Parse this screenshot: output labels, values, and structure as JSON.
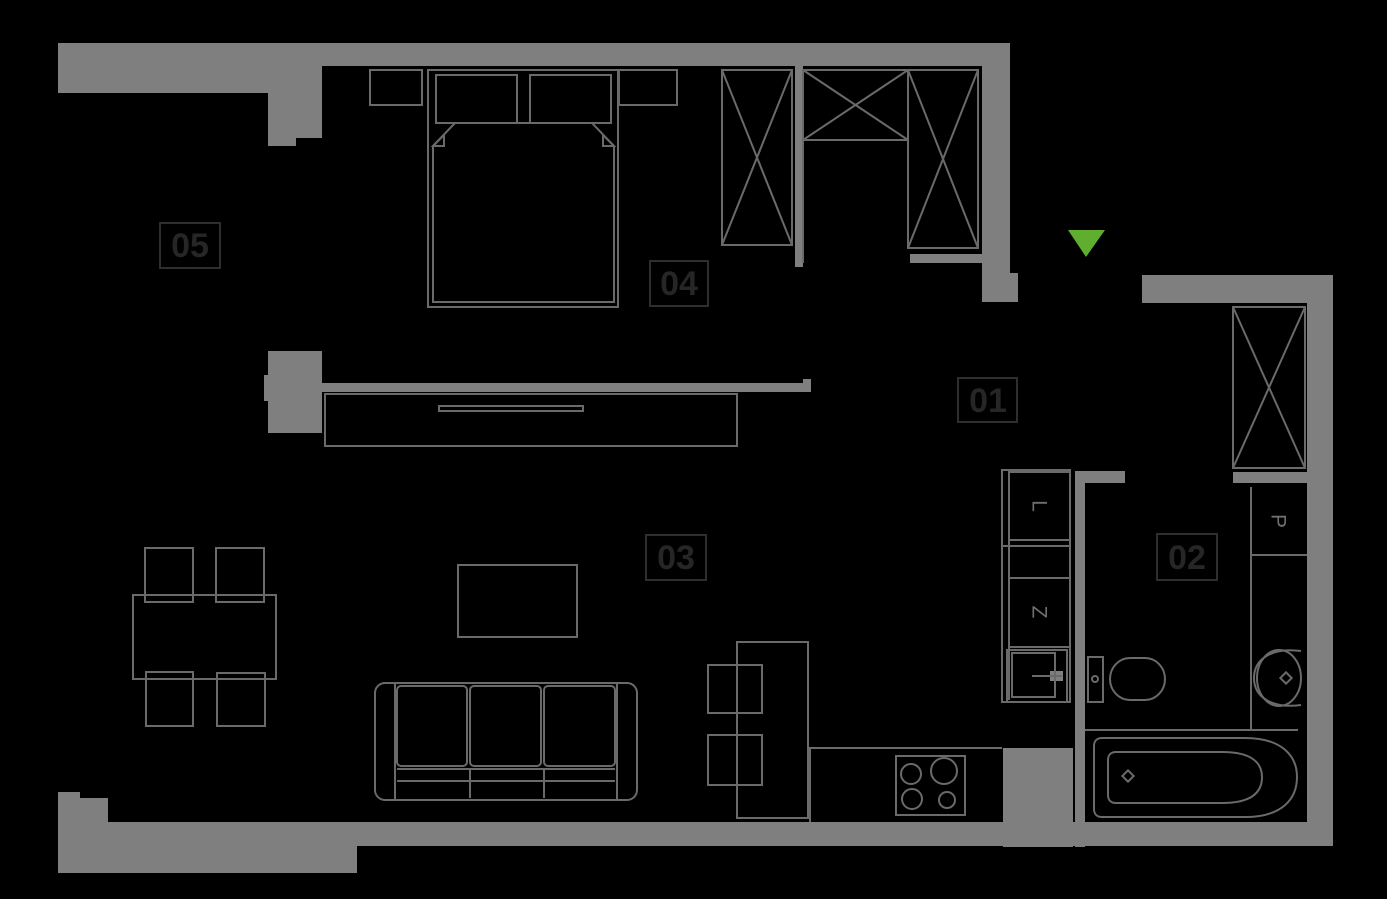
{
  "colors": {
    "background": "#000000",
    "wall": "#7f7f7f",
    "furniture_line": "#6a6a6a",
    "label_border": "#2e2e2e",
    "label_text": "#262626",
    "appliance_letter": "#6f6f6f",
    "entrance_green": "#5fae2f"
  },
  "rooms": [
    {
      "id": "01",
      "label": "01"
    },
    {
      "id": "02",
      "label": "02"
    },
    {
      "id": "03",
      "label": "03"
    },
    {
      "id": "04",
      "label": "04"
    },
    {
      "id": "05",
      "label": "05"
    }
  ],
  "appliances": {
    "fridge_label": "L",
    "dishwasher_label": "Z",
    "washer_label": "P"
  }
}
